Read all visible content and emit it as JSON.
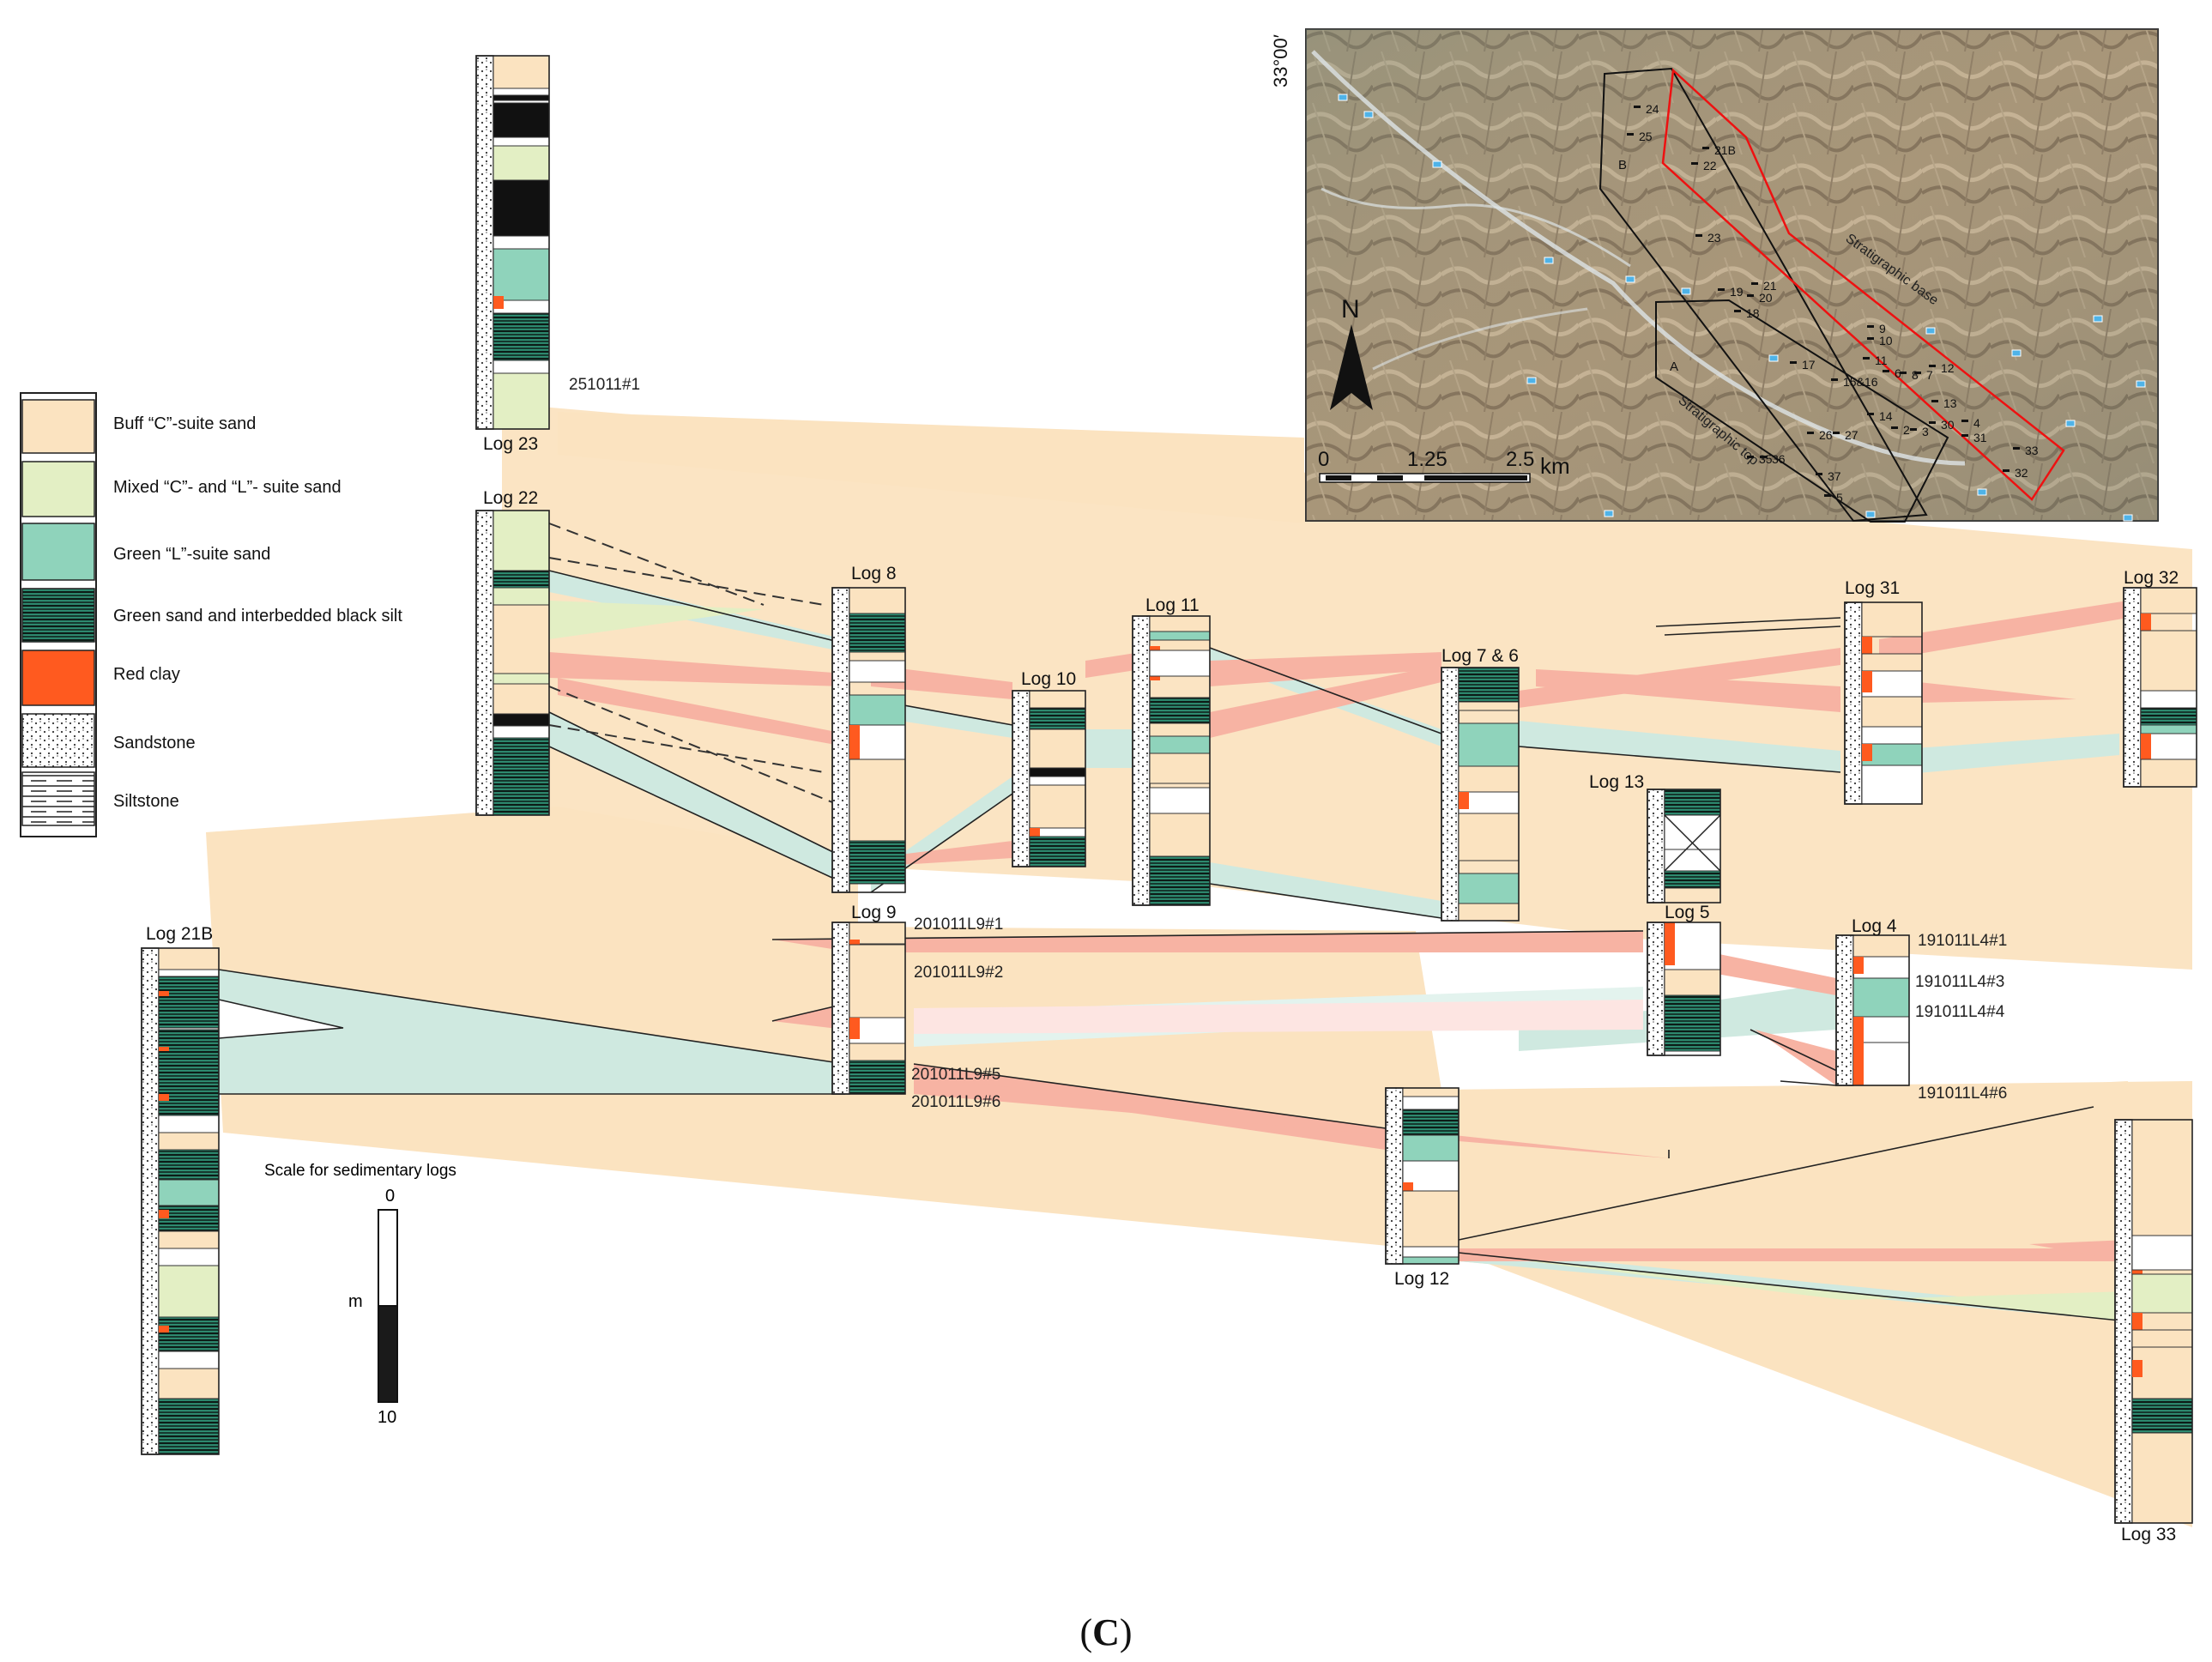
{
  "legend": {
    "items": [
      {
        "label": "Buff “C”-suite sand",
        "color": "#fbe3c0",
        "pattern": "fill"
      },
      {
        "label": "Mixed “C”- and “L”- suite sand",
        "color": "#e3efc4",
        "pattern": "fill"
      },
      {
        "label": "Green “L”-suite sand",
        "color": "#8fd3bb",
        "pattern": "fill"
      },
      {
        "label": "Green sand and interbedded black silt",
        "color": "#2f8f73",
        "pattern": "lines"
      },
      {
        "label": "Red clay",
        "color": "#ff5a1f",
        "pattern": "fill"
      },
      {
        "label": "Sandstone",
        "color": "#ffffff",
        "pattern": "dots"
      },
      {
        "label": "Siltstone",
        "color": "#ffffff",
        "pattern": "hlines"
      }
    ]
  },
  "logs": [
    {
      "id": "log23",
      "label": "Log 23"
    },
    {
      "id": "log22",
      "label": "Log 22"
    },
    {
      "id": "log21b",
      "label": "Log 21B"
    },
    {
      "id": "log8",
      "label": "Log 8"
    },
    {
      "id": "log9",
      "label": "Log 9"
    },
    {
      "id": "log10",
      "label": "Log 10"
    },
    {
      "id": "log11",
      "label": "Log 11"
    },
    {
      "id": "log76",
      "label": "Log 7 & 6"
    },
    {
      "id": "log13",
      "label": "Log 13"
    },
    {
      "id": "log5",
      "label": "Log 5"
    },
    {
      "id": "log31",
      "label": "Log 31"
    },
    {
      "id": "log4",
      "label": "Log 4"
    },
    {
      "id": "log32",
      "label": "Log 32"
    },
    {
      "id": "log12",
      "label": "Log 12"
    },
    {
      "id": "log33",
      "label": "Log 33"
    }
  ],
  "samples": [
    "251011#1",
    "201011L9#1",
    "201011L9#2",
    "201011L9#5",
    "201011L9#6",
    "191011L4#1",
    "191011L4#3",
    "191011L4#4",
    "191011L4#6"
  ],
  "scale": {
    "title": "Scale for sedimentary logs",
    "top": "0",
    "unit": "m",
    "bottom": "10"
  },
  "map": {
    "latitude": "33°00′",
    "north": "N",
    "scalebar": {
      "ticks": [
        "0",
        "1.25",
        "2.5"
      ],
      "unit": "km"
    },
    "labels": {
      "base": "Stratigraphic base",
      "top": "Stratigraphic top"
    },
    "area_letters": [
      "B",
      "A"
    ],
    "site_numbers": [
      "24",
      "25",
      "21B",
      "22",
      "23",
      "19",
      "21",
      "20",
      "18",
      "9",
      "10",
      "17",
      "15&16",
      "11",
      "6",
      "8",
      "7",
      "12",
      "13",
      "26",
      "27",
      "14",
      "2",
      "3",
      "30",
      "4",
      "31",
      "33",
      "32",
      "35",
      "36",
      "37",
      "5"
    ]
  },
  "caption": {
    "open": "(",
    "letter": "C",
    "close": ")"
  }
}
